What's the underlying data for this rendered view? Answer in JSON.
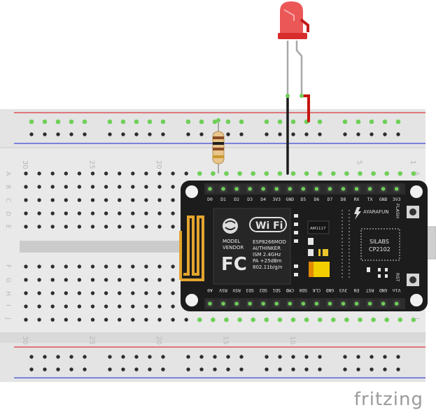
{
  "breadboard": {
    "column_numbers": [
      {
        "label": "30",
        "col": 0,
        "pos": "top"
      },
      {
        "label": "25",
        "col": 5,
        "pos": "top"
      },
      {
        "label": "20",
        "col": 10,
        "pos": "top"
      },
      {
        "label": "5",
        "col": 25,
        "pos": "top"
      },
      {
        "label": "1",
        "col": 29,
        "pos": "top"
      },
      {
        "label": "30",
        "col": 0,
        "pos": "bottom"
      },
      {
        "label": "25",
        "col": 5,
        "pos": "bottom"
      },
      {
        "label": "20",
        "col": 10,
        "pos": "bottom"
      },
      {
        "label": "15",
        "col": 15,
        "pos": "bottom"
      },
      {
        "label": "10",
        "col": 20,
        "pos": "bottom"
      }
    ],
    "row_letters_top": [
      "A",
      "B",
      "C",
      "D",
      "E"
    ],
    "row_letters_bottom": [
      "F",
      "G",
      "H",
      "I",
      "J"
    ]
  },
  "module": {
    "top_pins": [
      "D0",
      "D1",
      "D2",
      "D3",
      "D4",
      "3V3",
      "GND",
      "D5",
      "D6",
      "D7",
      "D8",
      "RX",
      "TX",
      "GND",
      "3V3"
    ],
    "bottom_pins": [
      "A0",
      "RSV",
      "RSV",
      "SD3",
      "SD2",
      "SD1",
      "CMD",
      "SD0",
      "CLK",
      "GND",
      "3V3",
      "EN",
      "RST",
      "GND",
      "Vin"
    ],
    "flash_label": "FLASH",
    "rst_label": "RST",
    "brand_label": "AYARAFUN",
    "shield_lines": [
      "MODEL",
      "VENDOR"
    ],
    "spec_lines": [
      "ESP8266MOD",
      "AI/THINKER",
      "ISM 2.4GHz",
      "PA +25dBm",
      "802.11b/g/n"
    ],
    "wifi_label": "Wi Fi",
    "fc_label": "FC",
    "regulator_label": "AM1117",
    "usb_chip_lines": [
      "SILABS",
      "CP2102"
    ]
  },
  "logo": "fritzing",
  "colors": {
    "rail_red": "#d9363e",
    "rail_blue": "#3b49d6",
    "hole_green": "#6fcf59",
    "led_red": "#e83a3a",
    "wire_black": "#1b1b1b",
    "wire_red": "#c8130f",
    "module_black": "#1c1c1c",
    "antenna_gold": "#e3a52e"
  }
}
